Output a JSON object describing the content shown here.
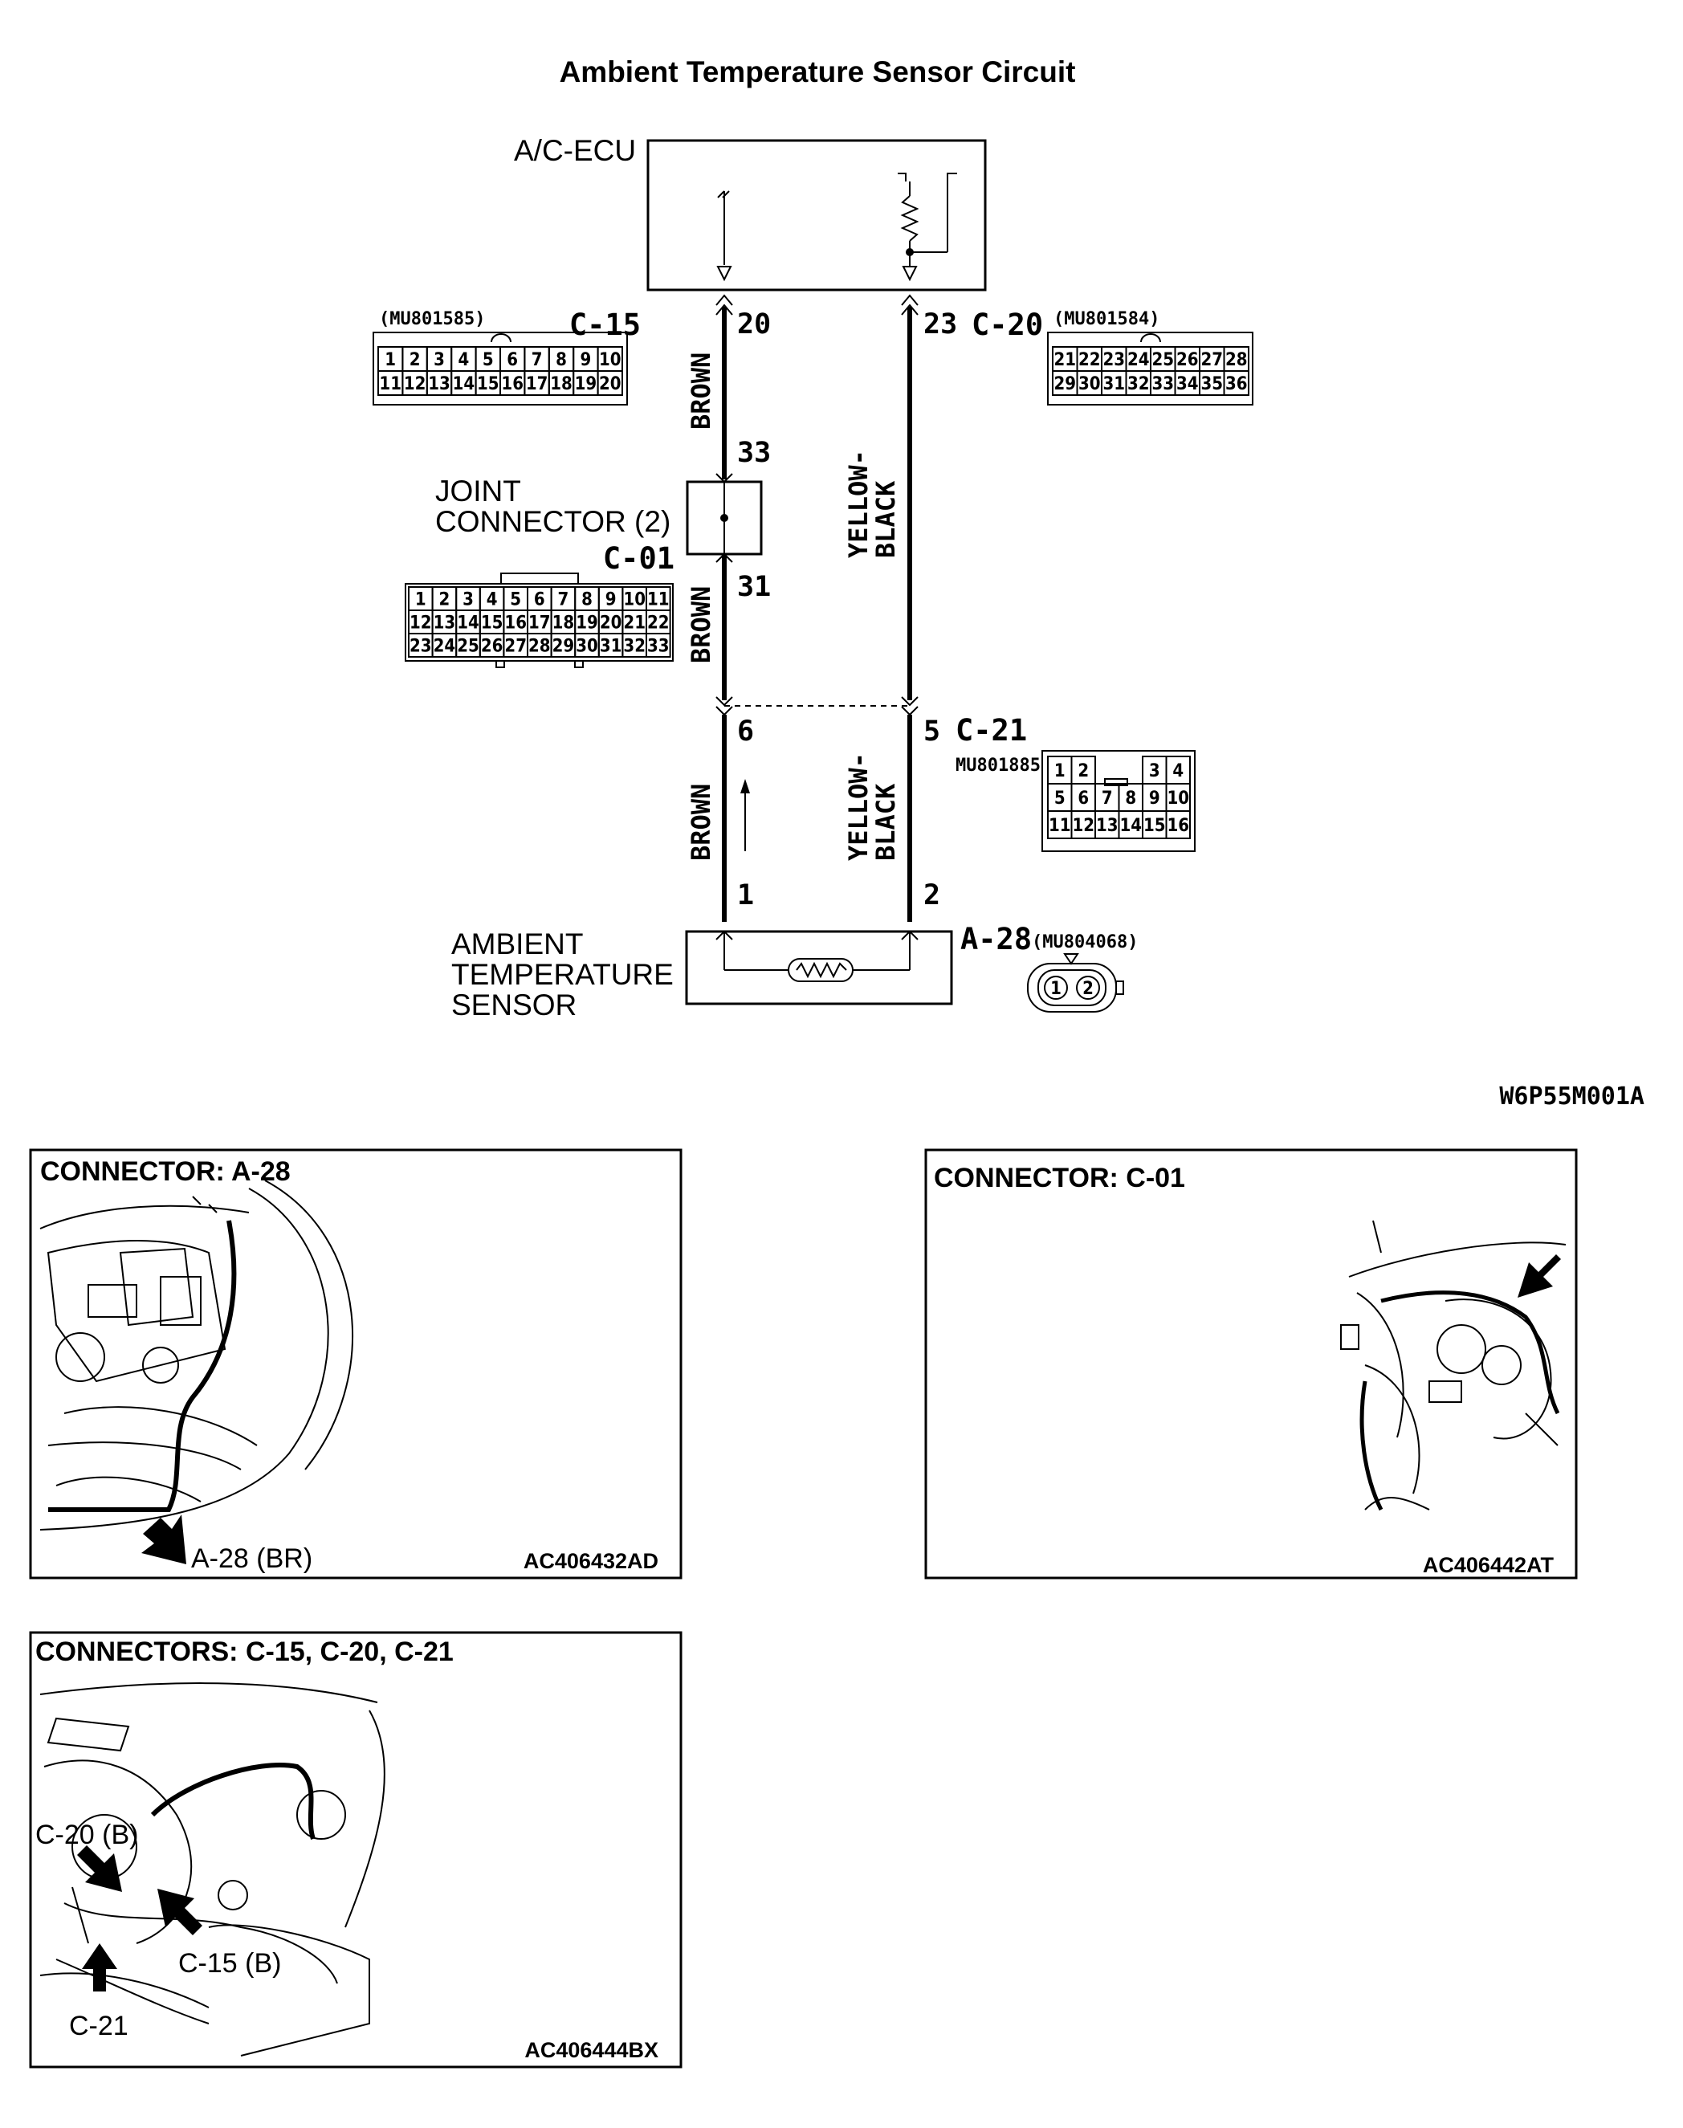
{
  "diagram": {
    "title": "Ambient Temperature Sensor Circuit",
    "ecu_label": "A/C-ECU",
    "joint_label_1": "JOINT",
    "joint_label_2": "CONNECTOR (2)",
    "sensor_label_1": "AMBIENT",
    "sensor_label_2": "TEMPERATURE",
    "sensor_label_3": "SENSOR",
    "figure_code": "W6P55M001A",
    "connectors": {
      "c15": "C-15",
      "c20": "C-20",
      "c01": "C-01",
      "c21": "C-21",
      "a28": "A-28"
    },
    "part_numbers": {
      "c15": "(MU801585)",
      "c20": "(MU801584)",
      "c21": "MU801885",
      "a28": "(MU804068)"
    },
    "pins": {
      "ecu_left": "20",
      "ecu_right": "23",
      "joint_in": "33",
      "joint_out": "31",
      "c21_left": "6",
      "c21_right": "5",
      "sensor_left": "1",
      "sensor_right": "2"
    },
    "wires": {
      "brown": "BROWN",
      "yellow_black_1": "YELLOW-",
      "yellow_black_2": "BLACK"
    },
    "c15_rows": [
      [
        "1",
        "2",
        "3",
        "4",
        "5",
        "6",
        "7",
        "8",
        "9",
        "10"
      ],
      [
        "11",
        "12",
        "13",
        "14",
        "15",
        "16",
        "17",
        "18",
        "19",
        "20"
      ]
    ],
    "c20_rows": [
      [
        "21",
        "22",
        "23",
        "24",
        "25",
        "26",
        "27",
        "28"
      ],
      [
        "29",
        "30",
        "31",
        "32",
        "33",
        "34",
        "35",
        "36"
      ]
    ],
    "c01_rows": [
      [
        "1",
        "2",
        "3",
        "4",
        "5",
        "6",
        "7",
        "8",
        "9",
        "10",
        "11"
      ],
      [
        "12",
        "13",
        "14",
        "15",
        "16",
        "17",
        "18",
        "19",
        "20",
        "21",
        "22"
      ],
      [
        "23",
        "24",
        "25",
        "26",
        "27",
        "28",
        "29",
        "30",
        "31",
        "32",
        "33"
      ]
    ],
    "c21_rows": [
      [
        "1",
        "2",
        "",
        "",
        "3",
        "4"
      ],
      [
        "5",
        "6",
        "7",
        "8",
        "9",
        "10"
      ],
      [
        "11",
        "12",
        "13",
        "14",
        "15",
        "16"
      ]
    ],
    "a28_pins": [
      "1",
      "2"
    ]
  },
  "panels": [
    {
      "title": "CONNECTOR: A-28",
      "callout": "A-28 (BR)",
      "code": "AC406432AD"
    },
    {
      "title": "CONNECTOR: C-01",
      "code": "AC406442AT"
    },
    {
      "title": "CONNECTORS: C-15, C-20, C-21",
      "callouts": [
        "C-20 (B)",
        "C-15 (B)",
        "C-21"
      ],
      "code": "AC406444BX"
    }
  ]
}
